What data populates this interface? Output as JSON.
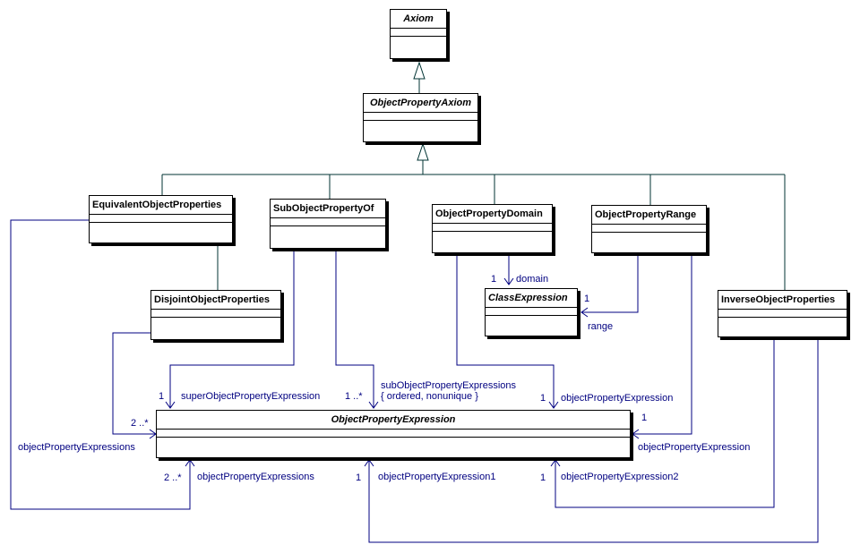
{
  "classes": {
    "axiom": "Axiom",
    "object_property_axiom": "ObjectPropertyAxiom",
    "equivalent_object_properties": "EquivalentObjectProperties",
    "sub_object_property_of": "SubObjectPropertyOf",
    "object_property_domain": "ObjectPropertyDomain",
    "object_property_range": "ObjectPropertyRange",
    "disjoint_object_properties": "DisjointObjectProperties",
    "class_expression": "ClassExpression",
    "inverse_object_properties": "InverseObjectProperties",
    "object_property_expression": "ObjectPropertyExpression"
  },
  "labels": {
    "domain_mult": "1",
    "domain_role": "domain",
    "range_mult": "1",
    "range_role": "range",
    "super_mult": "1",
    "super_role": "superObjectPropertyExpression",
    "sub_mult": "1 ..*",
    "sub_role": "subObjectPropertyExpressions",
    "sub_constraint": "{ ordered, nonunique }",
    "domain_ope_mult": "1",
    "domain_ope_role": "objectPropertyExpression",
    "disjoint_mult": "2 ..*",
    "disjoint_role": "objectPropertyExpressions",
    "range_ope_mult": "1",
    "range_ope_role": "objectPropertyExpression",
    "equiv_mult": "2 ..*",
    "equiv_role": "objectPropertyExpressions",
    "inv1_mult": "1",
    "inv1_role": "objectPropertyExpression1",
    "inv2_mult": "1",
    "inv2_role": "objectPropertyExpression2"
  },
  "colors": {
    "line": "#003333",
    "association": "#000080",
    "label_text": "#000080"
  }
}
